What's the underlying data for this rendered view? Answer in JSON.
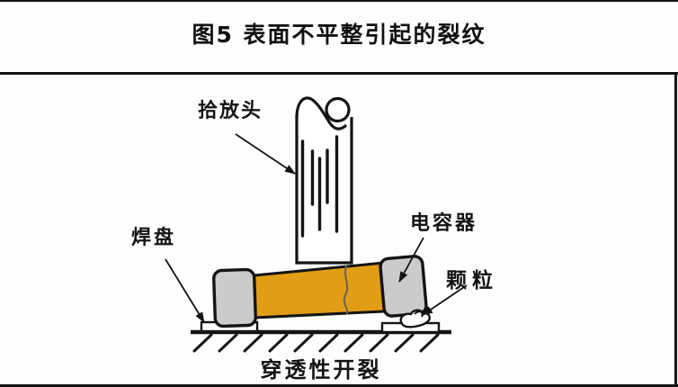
{
  "figure": {
    "caption": "图5  表面不平整引起的裂纹",
    "labels": {
      "pickup_head": "拾放头",
      "capacitor": "电容器",
      "pad": "焊盘",
      "particle": "颗粒",
      "crack": "穿透性开裂"
    },
    "colors": {
      "capacitor_body": "#E19D15",
      "terminal_fill": "#CBCBCB",
      "outline": "#141414",
      "crack_line": "#6b6355",
      "background": "#FDFDFD"
    }
  }
}
